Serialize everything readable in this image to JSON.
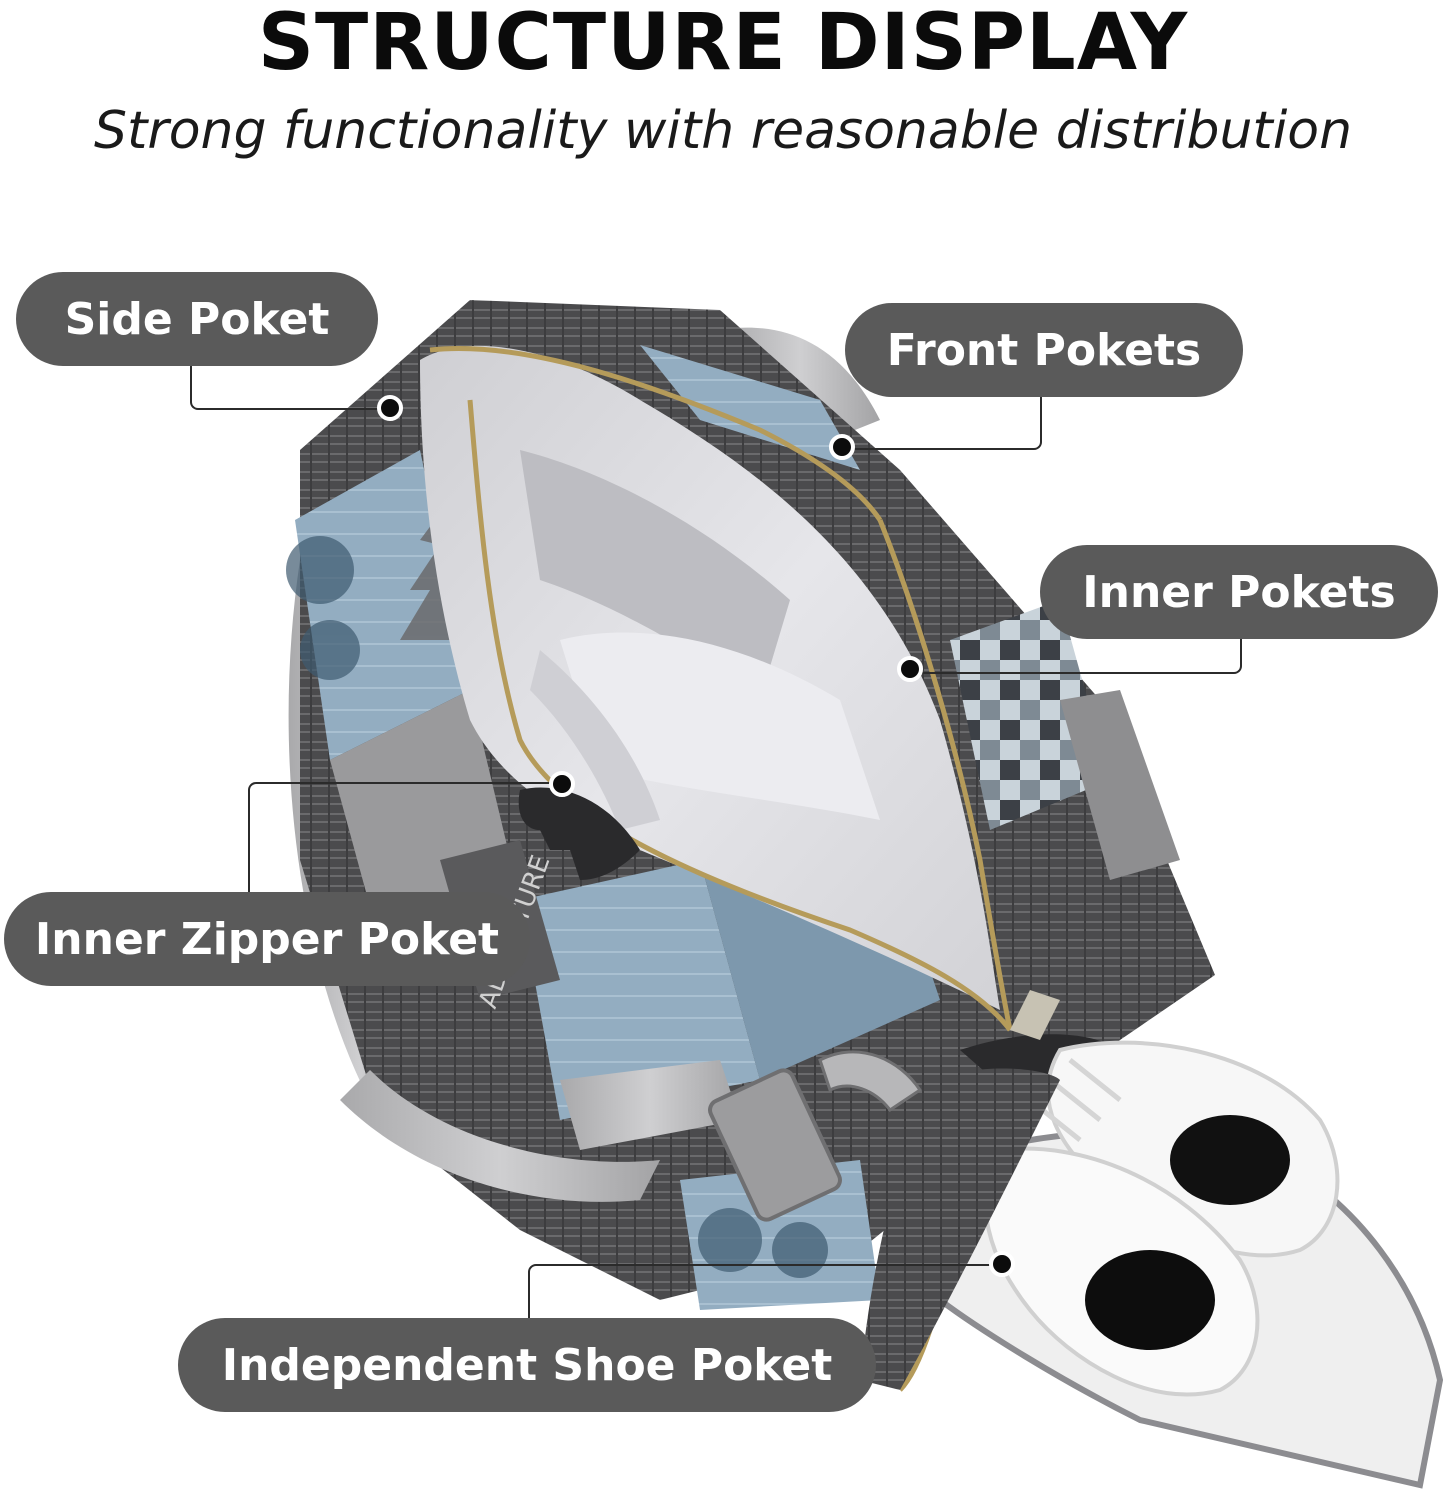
{
  "header": {
    "title": "STRUCTURE DISPLAY",
    "subtitle": "Strong functionality with reasonable distribution"
  },
  "callouts": [
    {
      "id": "side",
      "label": "Side Poket"
    },
    {
      "id": "front",
      "label": "Front Pokets"
    },
    {
      "id": "inner",
      "label": "Inner Pokets"
    },
    {
      "id": "inner-zipper",
      "label": "Inner Zipper Poket"
    },
    {
      "id": "shoe",
      "label": "Independent Shoe Poket"
    }
  ],
  "colors": {
    "label_bg": "#5a5a5a",
    "label_text": "#ffffff",
    "bag_dark": "#4a4a4a",
    "bag_blue": "#8fa9bd",
    "bag_lining": "#d8d8dc",
    "strap": "#b9b9b9"
  },
  "bag_print_text": "ADVENTURE"
}
